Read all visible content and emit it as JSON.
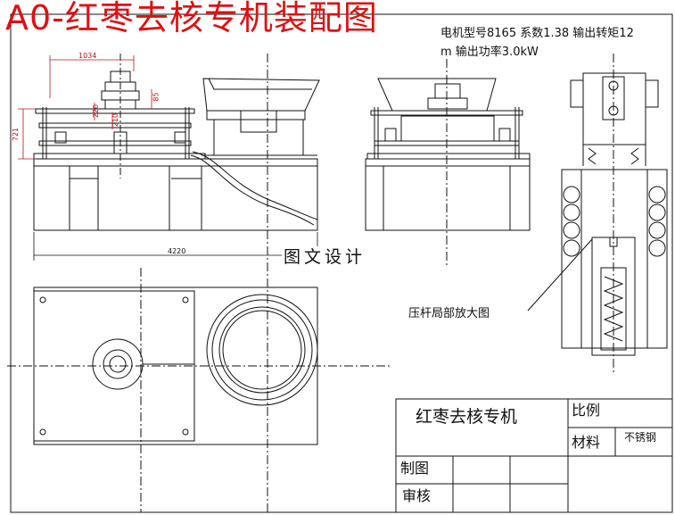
{
  "title": "A0-红枣去核专机装配图",
  "specs": {
    "line1": "电机型号8165  系数1.38  输出转矩12",
    "line2": "m  输出功率3.0kW"
  },
  "watermark": "图文设计",
  "callout": "压杆局部放大图",
  "dimensions": {
    "d1034": "1034",
    "d4220": "4220",
    "d721": "721",
    "d85": "85",
    "d220": "220",
    "d210": "210"
  },
  "title_block": {
    "name": "红枣去核专机",
    "scale_label": "比例",
    "material_label": "材料",
    "material_value": "不锈钢",
    "drawn_label": "制图",
    "checked_label": "审核"
  },
  "colors": {
    "title": "#e01010",
    "dimension": "#c01010",
    "line": "#111111"
  }
}
